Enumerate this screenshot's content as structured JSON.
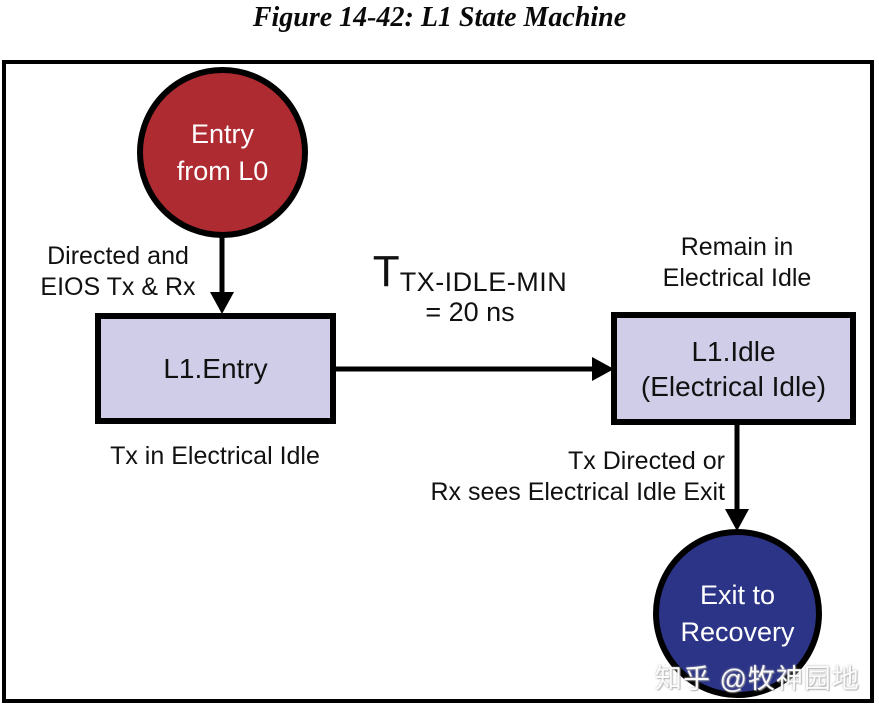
{
  "title": "Figure 14-42: L1 State Machine",
  "diagram": {
    "states": {
      "entry_from_l0": {
        "line1": "Entry",
        "line2": "from L0"
      },
      "l1_entry": {
        "label": "L1.Entry"
      },
      "l1_idle": {
        "line1": "L1.Idle",
        "line2": "(Electrical Idle)"
      },
      "exit_to_recovery": {
        "line1": "Exit to",
        "line2": "Recovery"
      }
    },
    "transitions": {
      "entry_to_l1entry": {
        "line1": "Directed and",
        "line2": "EIOS Tx & Rx"
      },
      "l1entry_note": "Tx in Electrical Idle",
      "l1entry_to_l1idle": {
        "t_symbol": "T",
        "t_subscript": "TX-IDLE-MIN",
        "value": "= 20 ns"
      },
      "l1idle_note": {
        "line1": "Remain in",
        "line2": "Electrical Idle"
      },
      "l1idle_to_exit": {
        "line1": "Tx Directed or",
        "line2": "Rx sees Electrical Idle Exit"
      }
    },
    "colors": {
      "entry_circle": "#AF2B32",
      "exit_circle": "#2C3487",
      "state_box": "#CFCDE7",
      "outline": "#000000"
    }
  },
  "watermark": "知乎 @牧神园地"
}
